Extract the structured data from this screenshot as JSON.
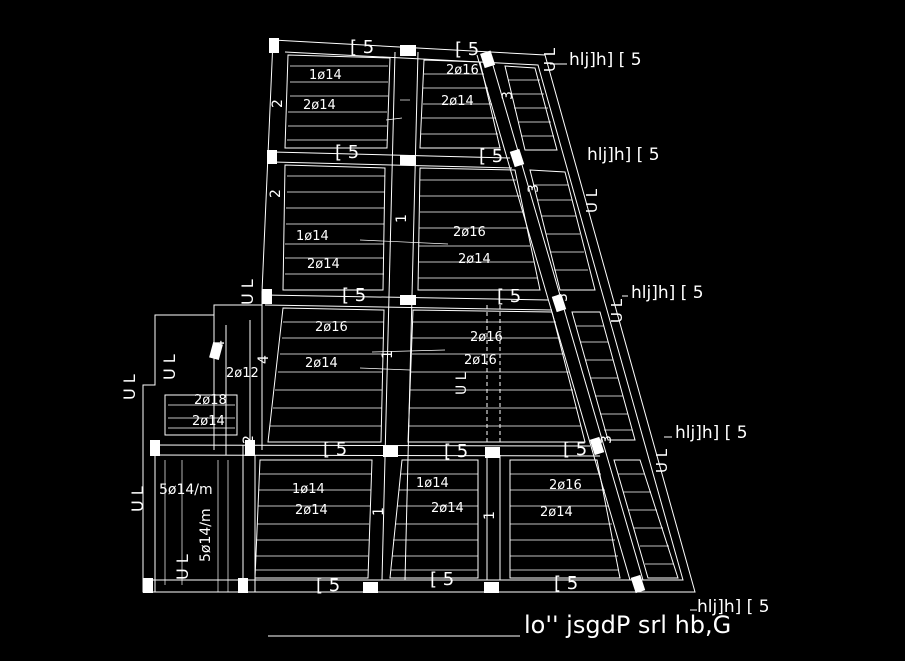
{
  "labels": {
    "beam_b5": "[ 5",
    "annot": "hlj]h] [ 5",
    "ul": "U L",
    "num_1": "1",
    "num_2": "2",
    "num_3": "3",
    "num_4": "4",
    "bar_1_14": "1ø14",
    "bar_2_14": "2ø14",
    "bar_2_16": "2ø16",
    "bar_2_12": "2ø12",
    "bar_2_18": "2ø18",
    "bar_5_14_m": "5ø14/m"
  },
  "title": "lo'' jsgdP srl hb,G"
}
